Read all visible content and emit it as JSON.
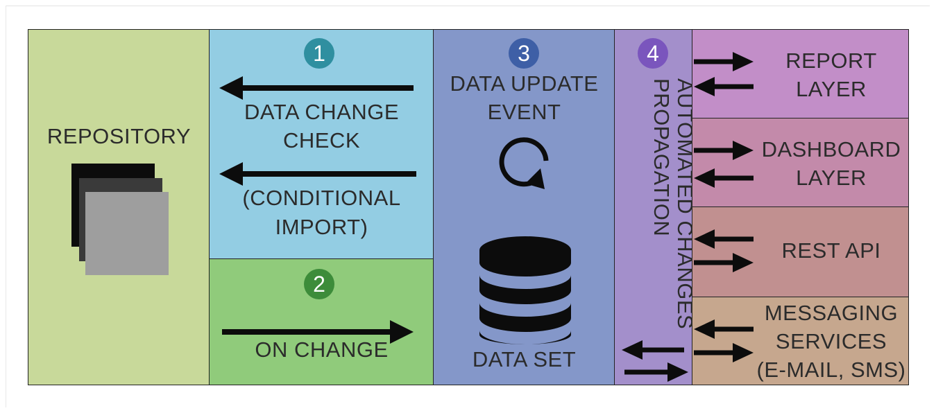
{
  "repository": {
    "label": "REPOSITORY"
  },
  "step1": {
    "number": "1",
    "label_line1": "DATA CHANGE",
    "label_line2": "CHECK",
    "note_line1": "(CONDITIONAL",
    "note_line2": "IMPORT)"
  },
  "step2": {
    "number": "2",
    "label": "ON CHANGE"
  },
  "step3": {
    "number": "3",
    "label_line1": "DATA UPDATE",
    "label_line2": "EVENT",
    "dataset_label": "DATA SET"
  },
  "step4": {
    "number": "4",
    "label_line1": "AUTOMATED CHANGES",
    "label_line2": "PROPAGATION"
  },
  "layers": [
    {
      "line1": "REPORT",
      "line2": "LAYER"
    },
    {
      "line1": "DASHBOARD",
      "line2": "LAYER"
    },
    {
      "line1": "REST API"
    },
    {
      "line1": "MESSAGING",
      "line2": "SERVICES",
      "line3": "(E-MAIL, SMS)"
    }
  ],
  "colors": {
    "repository": "#c8d99a",
    "step1": "#93cde3",
    "step2": "#90cb7b",
    "step3": "#8497c9",
    "step4": "#a38fcb",
    "report": "#c28ec8",
    "dashboard": "#c38aaa",
    "rest_api": "#c19090",
    "messaging": "#c6a78e",
    "badge1": "#2f8fa0",
    "badge2": "#3d8c3a",
    "badge3": "#3e5fa6",
    "badge4": "#7a55bd"
  },
  "icons": [
    "document-stack-icon",
    "refresh-icon",
    "database-icon",
    "arrow-icon"
  ]
}
